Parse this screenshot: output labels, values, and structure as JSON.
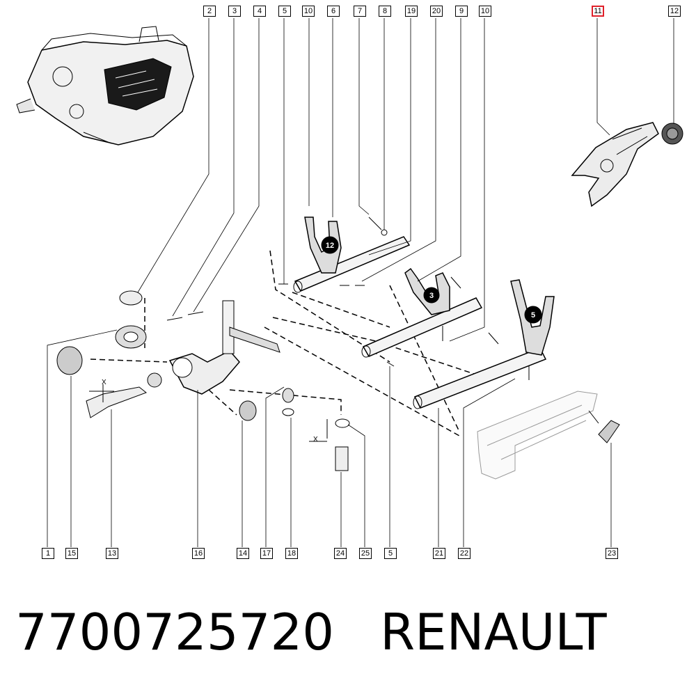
{
  "top_callouts": [
    "2",
    "3",
    "4",
    "5",
    "10",
    "6",
    "7",
    "8",
    "19",
    "20",
    "9",
    "10",
    "11",
    "12"
  ],
  "selected_callout": "11",
  "bottom_callouts": [
    "1",
    "15",
    "13",
    "16",
    "14",
    "17",
    "18",
    "24",
    "25",
    "5",
    "21",
    "22",
    "23"
  ],
  "detail_badges": [
    "12",
    "3",
    "5"
  ],
  "axis_labels": [
    "X",
    "X"
  ],
  "part_number": "7700725720",
  "brand": "RENAULT",
  "colors": {
    "ink": "#000000",
    "selected_outline": "#e0202a",
    "background": "#ffffff"
  }
}
